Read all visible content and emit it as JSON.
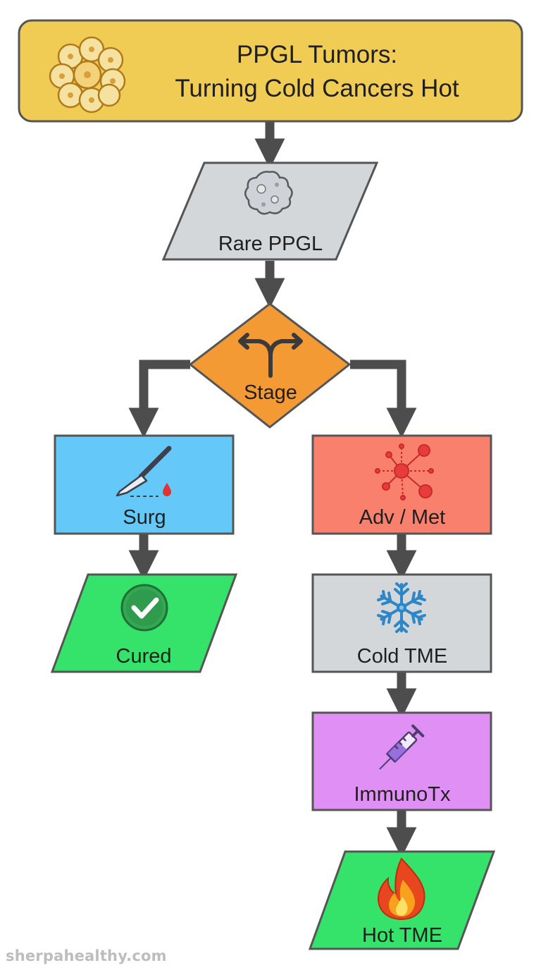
{
  "title": {
    "line1": "PPGL Tumors:",
    "line2": "Turning Cold Cancers Hot"
  },
  "nodes": {
    "rare": "Rare PPGL",
    "stage": "Stage",
    "surg": "Surg",
    "cured": "Cured",
    "adv": "Adv / Met",
    "cold": "Cold TME",
    "immuno": "ImmunoTx",
    "hot": "Hot TME"
  },
  "icons": {
    "title": "cell-cluster-icon",
    "rare": "tumor-cell-icon",
    "stage": "fork-arrow-icon",
    "surg": "scalpel-icon",
    "cured": "checkmark-icon",
    "adv": "metastasis-network-icon",
    "cold": "snowflake-icon",
    "immuno": "syringe-icon",
    "hot": "flame-icon"
  },
  "colors": {
    "title_fill": "#f1cc55",
    "gray_fill": "#d4d7da",
    "orange_fill": "#f49a35",
    "blue_fill": "#64c8f8",
    "green_fill": "#36e36a",
    "red_fill": "#f8806c",
    "purple_fill": "#e090f4",
    "arrow": "#4d4d4d",
    "outline": "#555555"
  },
  "watermark": "sherpahealthy.com"
}
